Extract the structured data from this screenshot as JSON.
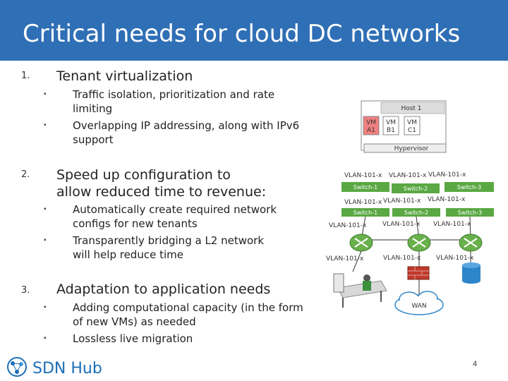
{
  "title": "Critical needs for cloud DC networks",
  "sections": [
    {
      "number": "1.",
      "heading": "Tenant virtualization",
      "bullets": [
        "Traffic isolation, prioritization and rate limiting",
        "Overlapping IP addressing, along with IPv6 support"
      ]
    },
    {
      "number": "2.",
      "heading": "Speed up configuration to allow reduced time to revenue:",
      "bullets": [
        "Automatically create required network configs for new tenants",
        "Transparently bridging a L2 network will help reduce time"
      ]
    },
    {
      "number": "3.",
      "heading": "Adaptation to application needs",
      "bullets": [
        "Adding computational capacity (in the form of new VMs) as needed",
        "Lossless live migration"
      ]
    }
  ],
  "diagram": {
    "host": "Host 1",
    "vms": [
      "VM\nA1",
      "VM\nB1",
      "VM\nC1"
    ],
    "hypervisor": "Hypervisor",
    "vlan": "VLAN-101-x",
    "switches": [
      "Switch-1",
      "Switch-2",
      "Switch-3"
    ],
    "wan": "WAN"
  },
  "logo": "SDN Hub",
  "page_number": "4",
  "colors": {
    "title_bar": "#2f6fb5",
    "switch": "#5aa843",
    "router": "#6ab04c",
    "db": "#2d86c9",
    "wall": "#c0392b"
  }
}
